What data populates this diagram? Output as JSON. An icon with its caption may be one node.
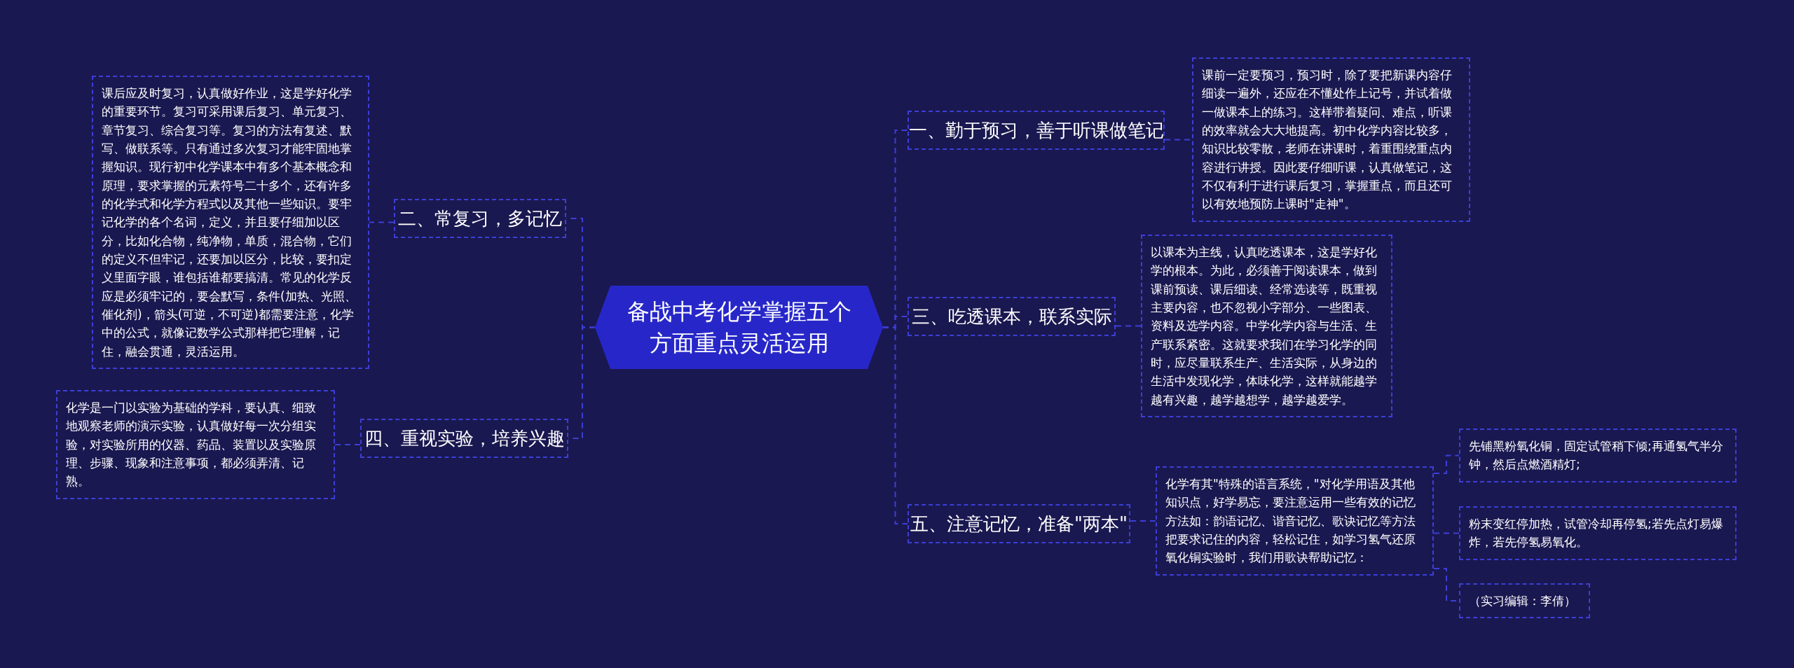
{
  "diagram": {
    "nodes": [
      {
        "text": [
          "备战中考化学掌握五个方面重点灵活运用"
        ]
      },
      {
        "text": [
          "一、勤于预习，善于听课做笔记"
        ]
      },
      {
        "text": [
          "课前一定要预习，预习时，除了要把新课内容仔细读一遍外，还应在不懂处作上记号，并试着做一做课本上的练习。这样带着疑问、难点，听课的效率就会大大地提高。初中化学内容比较多，知识比较零散，老师在讲课时，着重围绕重点内容进行讲授。因此要仔细听课，认真做笔记，这不仅有利于进行课后复习，掌握重点，而且还可以有效地预防上课时\"走神\"。"
        ]
      },
      {
        "text": [
          "二、常复习，多记忆"
        ]
      },
      {
        "text": [
          "课后应及时复习，认真做好作业，这是学好化学的重要环节。复习可采用课后复习、单元复习、章节复习、综合复习等。复习的方法有复述、默写、做联系等。只有通过多次复习才能牢固地掌握知识。现行初中化学课本中有多个基本概念和原理，要求掌握的元素符号二十多个，还有许多的化学式和化学方程式以及其他一些知识。要牢记化学的各个名词，定义，并且要仔细加以区分，比如化合物，纯净物，单质，混合物，它们的定义不但牢记，还要加以区分，比较，要扣定义里面字眼，谁包括谁都要搞清。常见的化学反应是必须牢记的，要会默写，条件(加热、光照、催化剂)，箭头(可逆，不可逆)都需要注意，化学中的公式，就像记数学公式那样把它理解，记住，融会贯通，灵活运用。"
        ]
      },
      {
        "text": [
          "三、吃透课本，联系实际"
        ]
      },
      {
        "text": [
          "以课本为主线，认真吃透课本，这是学好化学的根本。为此，必须善于阅读课本，做到课前预读、课后细读、经常选读等，既重视主要内容，也不忽视小字部分、一些图表、资料及选学内容。中学化学内容与生活、生产联系紧密。这就要求我们在学习化学的同时，应尽量联系生产、生活实际，从身边的生活中发现化学，体味化学，这样就能越学越有兴趣，越学越想学，越学越爱学。"
        ]
      },
      {
        "text": [
          "四、重视实验，培养兴趣"
        ]
      },
      {
        "text": [
          "化学是一门以实验为基础的学科，要认真、细致地观察老师的演示实验，认真做好每一次分组实验，对实验所用的仪器、药品、装置以及实验原理、步骤、现象和注意事项，都必须弄清、记熟。"
        ]
      },
      {
        "text": [
          "五、注意记忆，准备\"两本\""
        ]
      },
      {
        "text": [
          "化学有其\"特殊的语言系统，\"对化学用语及其他知识点，好学易忘，要注意运用一些有效的记忆方法如：韵语记忆、谐音记忆、歌诀记忆等方法把要求记住的内容，轻松记住，如学习氢气还原氧化铜实验时，我们用歌诀帮助记忆："
        ]
      },
      {
        "text": [
          "先铺黑粉氧化铜，固定试管稍下倾;再通氢气半分钟，然后点燃酒精灯;"
        ]
      },
      {
        "text": [
          "粉末变红停加热，试管冷却再停氢;若先点灯易爆炸，若先停氢易氧化。"
        ]
      },
      {
        "text": [
          "（实习编辑：李倩）"
        ]
      }
    ],
    "edges": [
      {
        "from": 0,
        "to": 1,
        "arrow": "none",
        "style": "dashed"
      },
      {
        "from": 1,
        "to": 2,
        "arrow": "none",
        "style": "dashed"
      },
      {
        "from": 0,
        "to": 3,
        "arrow": "none",
        "style": "dashed"
      },
      {
        "from": 3,
        "to": 4,
        "arrow": "none",
        "style": "dashed"
      },
      {
        "from": 0,
        "to": 5,
        "arrow": "none",
        "style": "dashed"
      },
      {
        "from": 5,
        "to": 6,
        "arrow": "none",
        "style": "dashed"
      },
      {
        "from": 0,
        "to": 7,
        "arrow": "none",
        "style": "dashed"
      },
      {
        "from": 7,
        "to": 8,
        "arrow": "none",
        "style": "dashed"
      },
      {
        "from": 0,
        "to": 9,
        "arrow": "none",
        "style": "dashed"
      },
      {
        "from": 9,
        "to": 10,
        "arrow": "none",
        "style": "dashed"
      },
      {
        "from": 10,
        "to": 11,
        "arrow": "none",
        "style": "dashed"
      },
      {
        "from": 10,
        "to": 12,
        "arrow": "none",
        "style": "dashed"
      },
      {
        "from": 10,
        "to": 13,
        "arrow": "none",
        "style": "dashed"
      }
    ]
  }
}
